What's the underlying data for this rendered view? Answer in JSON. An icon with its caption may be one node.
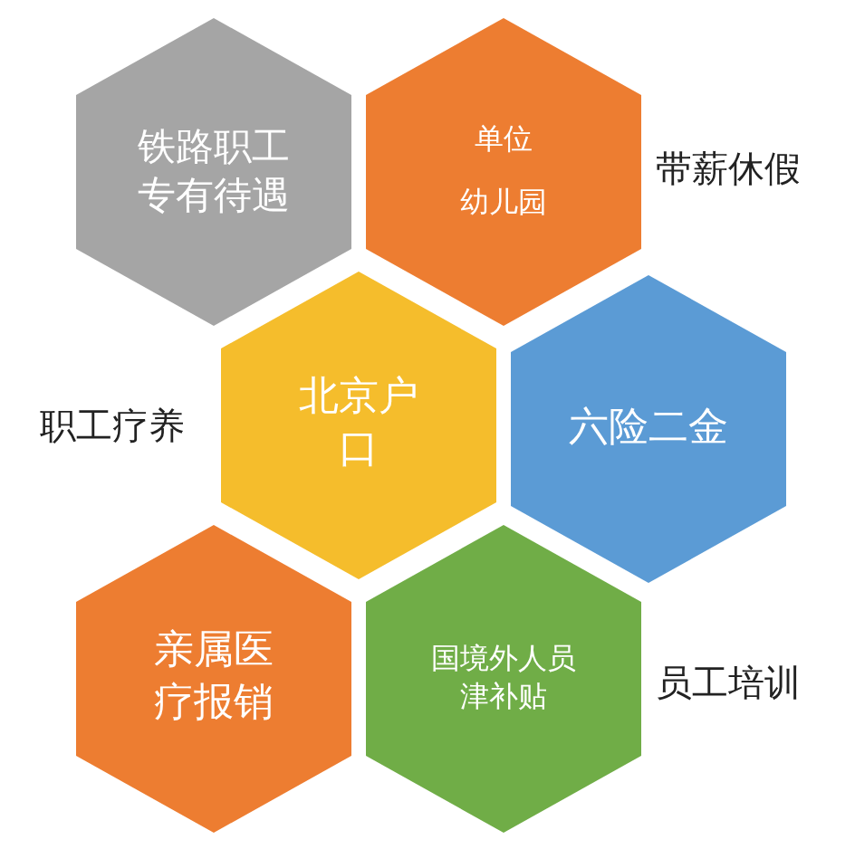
{
  "diagram": {
    "nodes": [
      {
        "text": [
          "铁路职工专有待遇"
        ]
      },
      {
        "text": [
          "单位",
          "幼儿园"
        ]
      },
      {
        "text": [
          "北京户口"
        ]
      },
      {
        "text": [
          "六险二金"
        ]
      },
      {
        "text": [
          "亲属医疗报销"
        ]
      },
      {
        "text": [
          "国境外人员津补贴"
        ]
      }
    ],
    "labels": [
      "带薪休假",
      "职工疗养",
      "员工培训"
    ]
  }
}
